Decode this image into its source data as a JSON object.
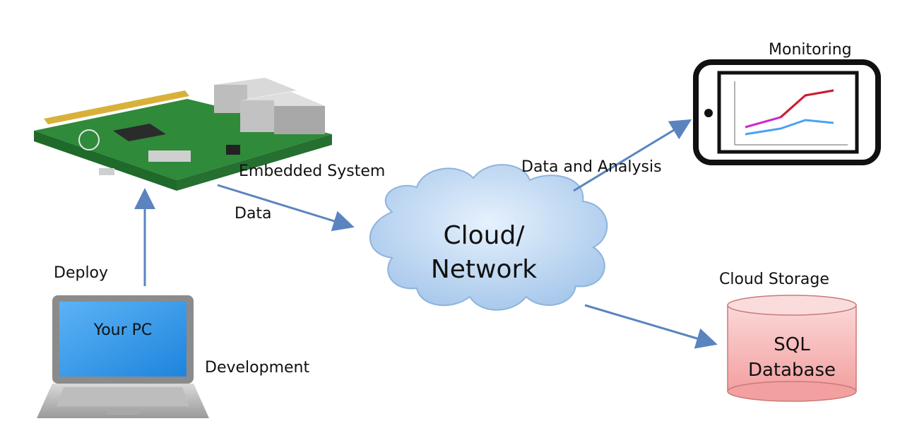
{
  "labels": {
    "monitoring": "Monitoring",
    "embedded_system": "Embedded System",
    "data_and_analysis": "Data and Analysis",
    "data": "Data",
    "deploy": "Deploy",
    "cloud_line1": "Cloud/",
    "cloud_line2": "Network",
    "cloud_storage": "Cloud Storage",
    "sql_line1": "SQL",
    "sql_line2": "Database",
    "your_pc": "Your PC",
    "development": "Development"
  },
  "colors": {
    "arrow": "#5a84bf",
    "cloud": "#bcd6f2",
    "board": "#2f8a3a",
    "database": "#f4a9a9",
    "screen": "#2a93e6",
    "monitor_line_1": "#cc1f2a",
    "monitor_line_2": "#c92cc9",
    "monitor_line_3": "#4aa3f0"
  }
}
